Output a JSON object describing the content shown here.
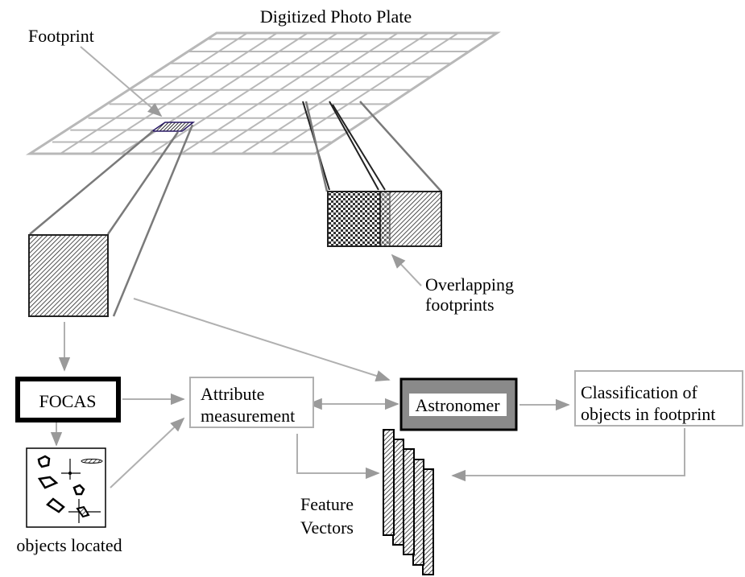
{
  "plate": {
    "title": "Digitized Photo Plate"
  },
  "labels": {
    "footprint": "Footprint",
    "overlap_line1": "Overlapping",
    "overlap_line2": "footprints",
    "objects_located": "objects located",
    "feature_line1": "Feature",
    "feature_line2": "Vectors"
  },
  "boxes": {
    "focas": "FOCAS",
    "attr_line1": "Attribute",
    "attr_line2": "measurement",
    "astronomer": "Astronomer",
    "class_line1": "Classification of",
    "class_line2": "objects in footprint"
  },
  "colors": {
    "grid": "#b8b8b8",
    "connector": "#b0b0b0",
    "footprint_fill": "#2a1a66",
    "astronomer_fill": "#8a8a8a",
    "box_border": "#000000"
  }
}
